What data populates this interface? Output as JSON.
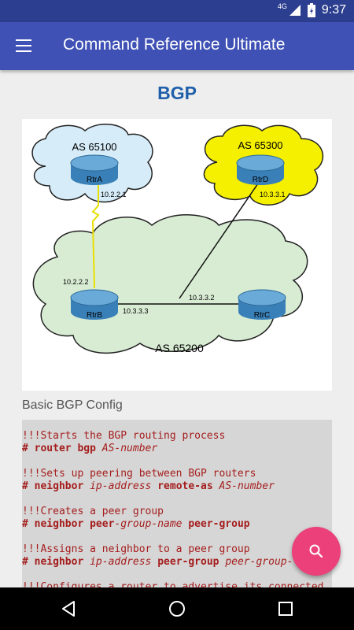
{
  "status": {
    "network": "4G",
    "time": "9:37"
  },
  "appbar": {
    "title": "Command Reference Ultimate"
  },
  "page": {
    "heading": "BGP",
    "subtitle": "Basic BGP Config"
  },
  "diagram": {
    "as_labels": [
      "AS 65100",
      "AS 65300",
      "AS 65200"
    ],
    "routers": [
      "RtrA",
      "RtrD",
      "RtrB",
      "RtrC"
    ],
    "ips": [
      "10.2.2.1",
      "10.3.3.1",
      "10.2.2.2",
      "10.3.3.3",
      "10.3.3.2"
    ]
  },
  "code": {
    "c1": "!!!Starts the BGP routing process",
    "l1_cmd": "# router bgp",
    "l1_arg": "AS-number",
    "c2": "!!!Sets up peering between BGP routers",
    "l2_cmd": "# neighbor",
    "l2_arg1": "ip-address",
    "l2_cmd2": "remote-as",
    "l2_arg2": "AS-number",
    "c3": "!!!Creates a peer group",
    "l3_cmd": "# neighbor peer",
    "l3_arg": "-group-name",
    "l3_cmd2": "peer-group",
    "c4": "!!!Assigns a neighbor to a peer group",
    "l4_cmd": "# neighbor",
    "l4_arg1": "ip-address",
    "l4_cmd2": "peer-group",
    "l4_arg2": "peer-group-",
    "c5": "!!!Configures a router to advertise its connected"
  },
  "colors": {
    "appbar": "#3f51b5",
    "statusbar": "#2c3e8f",
    "heading": "#1f5faa",
    "fab": "#ec407a",
    "code_text": "#a51d1d"
  },
  "icons": [
    "menu-icon",
    "search-icon",
    "back-icon",
    "home-icon",
    "recents-icon",
    "battery-icon",
    "signal-icon"
  ]
}
